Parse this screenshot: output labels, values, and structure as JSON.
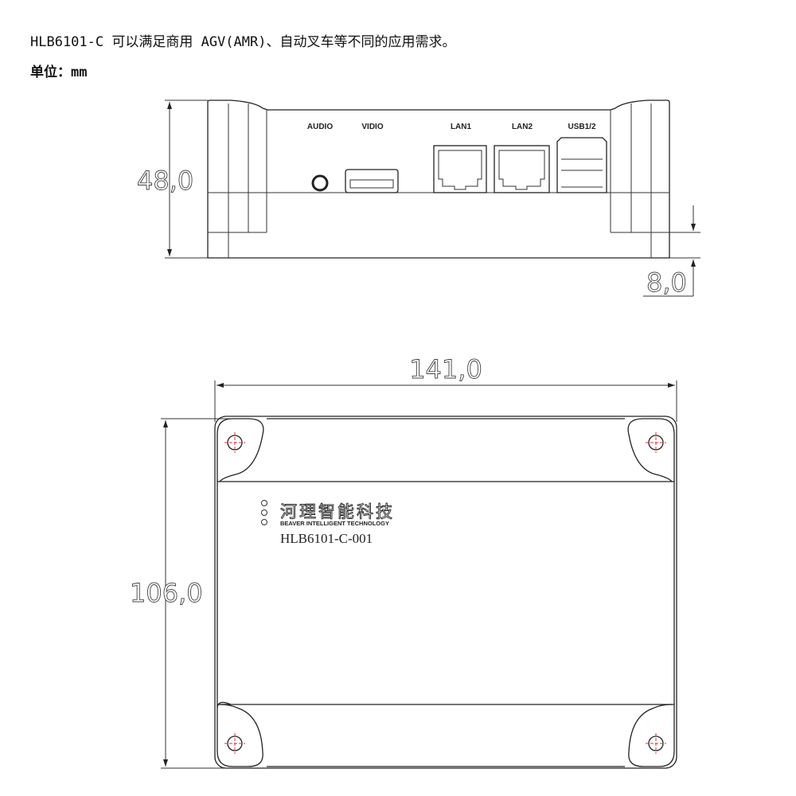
{
  "description_line": "HLB6101-C 可以满足商用 AGV(AMR)、自动叉车等不同的应用需求。",
  "unit_line": "单位：mm",
  "front_view": {
    "ports": [
      "AUDIO",
      "VIDIO",
      "LAN1",
      "LAN2",
      "USB1/2"
    ],
    "dim_height": "48,0",
    "dim_foot": "8,0"
  },
  "top_view": {
    "dim_width": "141,0",
    "dim_depth": "106,0",
    "logo_cn": "河理智能科技",
    "logo_en": "BEAVER INTELLIGENT TECHNOLOGY",
    "model": "HLB6101-C-001"
  }
}
